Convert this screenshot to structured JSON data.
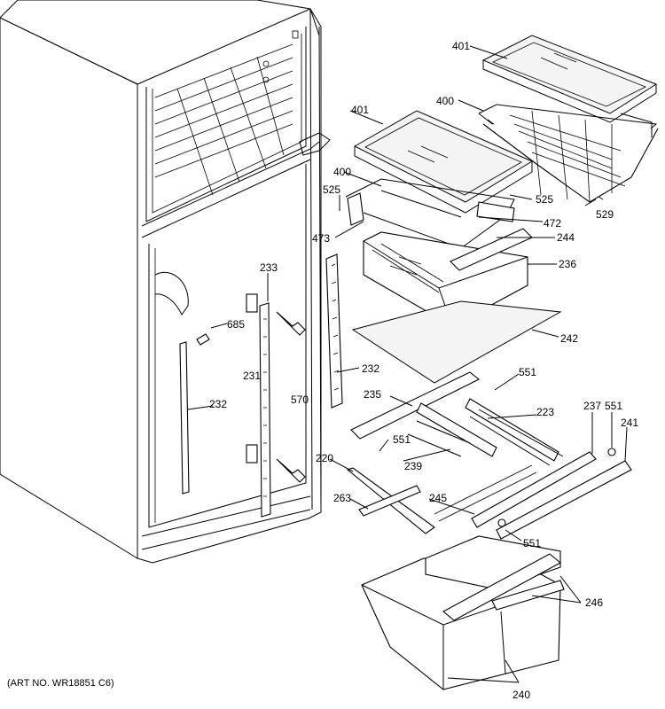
{
  "labels": {
    "p401a": "401",
    "p401b": "401",
    "p400a": "400",
    "p400b": "400",
    "p525a": "525",
    "p525b": "525",
    "p529": "529",
    "p472": "472",
    "p473": "473",
    "p244": "244",
    "p236": "236",
    "p242": "242",
    "p233": "233",
    "p685": "685",
    "p231": "231",
    "p570": "570",
    "p232a": "232",
    "p232b": "232",
    "p235": "235",
    "p551a": "551",
    "p551b": "551",
    "p551c": "551",
    "p551d": "551",
    "p223": "223",
    "p237": "237",
    "p241": "241",
    "p220": "220",
    "p239": "239",
    "p263": "263",
    "p245": "245",
    "p246": "246",
    "p240": "240"
  },
  "art_number": "(ART NO. WR18851 C6)"
}
